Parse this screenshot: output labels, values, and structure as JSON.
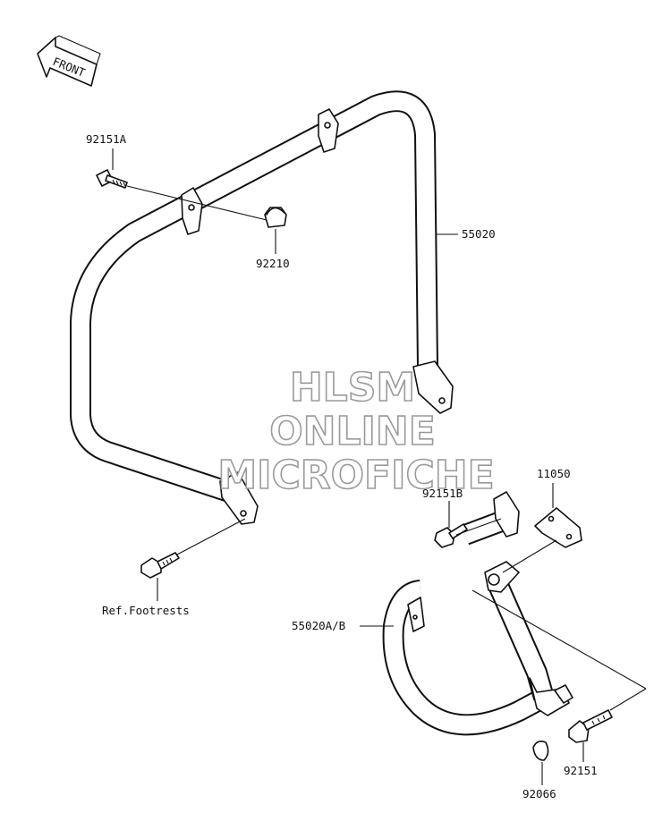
{
  "front_indicator": {
    "text": "FRONT"
  },
  "watermark": {
    "line1": "HLSM",
    "line2": "ONLINE",
    "line3": "MICROFICHE"
  },
  "labels": {
    "p92151A": "92151A",
    "p92210": "92210",
    "p55020": "55020",
    "p11050": "11050",
    "p92151B": "92151B",
    "ref_footrests": "Ref.Footrests",
    "p55020AB": "55020A/B",
    "p92151": "92151",
    "p92066": "92066"
  }
}
